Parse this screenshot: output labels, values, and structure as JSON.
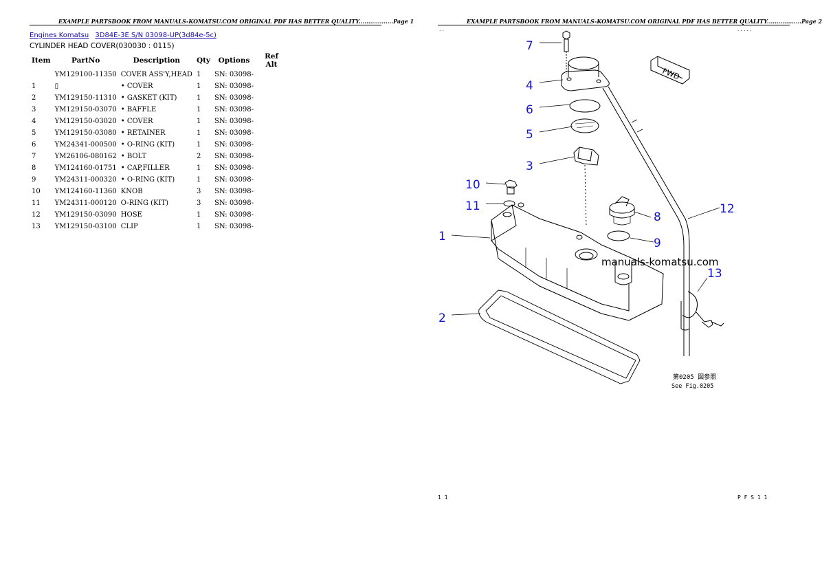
{
  "left_page": {
    "header": "EXAMPLE PARTSBOOK FROM MANUALS-KOMATSU.COM ORIGINAL PDF HAS BETTER QUALITY..................Page 1",
    "breadcrumb": [
      "Engines Komatsu",
      "3D84E-3E S/N 03098-UP(3d84e-5c)"
    ],
    "section_title": "CYLINDER HEAD COVER(030030 : 0115)",
    "columns": [
      "Item",
      "PartNo",
      "Description",
      "Qty",
      "Options",
      "Ref Alt"
    ],
    "rows": [
      {
        "item": "",
        "part": "YM129100-11350",
        "desc": "COVER ASS'Y,HEAD",
        "qty": "1",
        "opt": "SN: 03098-",
        "ref": ""
      },
      {
        "item": "1",
        "part": "▯",
        "desc": "• COVER",
        "qty": "1",
        "opt": "SN: 03098-",
        "ref": ""
      },
      {
        "item": "2",
        "part": "YM129150-11310",
        "desc": "• GASKET (KIT)",
        "qty": "1",
        "opt": "SN: 03098-",
        "ref": ""
      },
      {
        "item": "3",
        "part": "YM129150-03070",
        "desc": "• BAFFLE",
        "qty": "1",
        "opt": "SN: 03098-",
        "ref": ""
      },
      {
        "item": "4",
        "part": "YM129150-03020",
        "desc": "• COVER",
        "qty": "1",
        "opt": "SN: 03098-",
        "ref": ""
      },
      {
        "item": "5",
        "part": "YM129150-03080",
        "desc": "• RETAINER",
        "qty": "1",
        "opt": "SN: 03098-",
        "ref": ""
      },
      {
        "item": "6",
        "part": "YM24341-000500",
        "desc": "• O-RING (KIT)",
        "qty": "1",
        "opt": "SN: 03098-",
        "ref": ""
      },
      {
        "item": "7",
        "part": "YM26106-080162",
        "desc": "• BOLT",
        "qty": "2",
        "opt": "SN: 03098-",
        "ref": ""
      },
      {
        "item": "8",
        "part": "YM124160-01751",
        "desc": "• CAP,FILLER",
        "qty": "1",
        "opt": "SN: 03098-",
        "ref": ""
      },
      {
        "item": "9",
        "part": "YM24311-000320",
        "desc": "• O-RING (KIT)",
        "qty": "1",
        "opt": "SN: 03098-",
        "ref": ""
      },
      {
        "item": "10",
        "part": "YM124160-11360",
        "desc": "KNOB",
        "qty": "3",
        "opt": "SN: 03098-",
        "ref": ""
      },
      {
        "item": "11",
        "part": "YM24311-000120",
        "desc": "O-RING (KIT)",
        "qty": "3",
        "opt": "SN: 03098-",
        "ref": ""
      },
      {
        "item": "12",
        "part": "YM129150-03090",
        "desc": "HOSE",
        "qty": "1",
        "opt": "SN: 03098-",
        "ref": ""
      },
      {
        "item": "13",
        "part": "YM129150-03100",
        "desc": "CLIP",
        "qty": "1",
        "opt": "SN: 03098-",
        "ref": ""
      }
    ]
  },
  "right_page": {
    "header": "EXAMPLE PARTSBOOK FROM MANUALS-KOMATSU.COM ORIGINAL PDF HAS BETTER QUALITY..................Page 2",
    "top_left_mark": "· ·",
    "top_right_mark": "· - · · ·",
    "callouts": [
      "7",
      "4",
      "6",
      "5",
      "3",
      "10",
      "11",
      "1",
      "2",
      "8",
      "9",
      "12",
      "13"
    ],
    "watermark": "manuals-komatsu.com",
    "fwd_label": "FWD",
    "ref_japanese": "第0205 図参照",
    "ref_english": "See Fig.0205",
    "footer_left": "1 1",
    "footer_right": "P F S 1 1",
    "callout_color": "#1414c8"
  }
}
